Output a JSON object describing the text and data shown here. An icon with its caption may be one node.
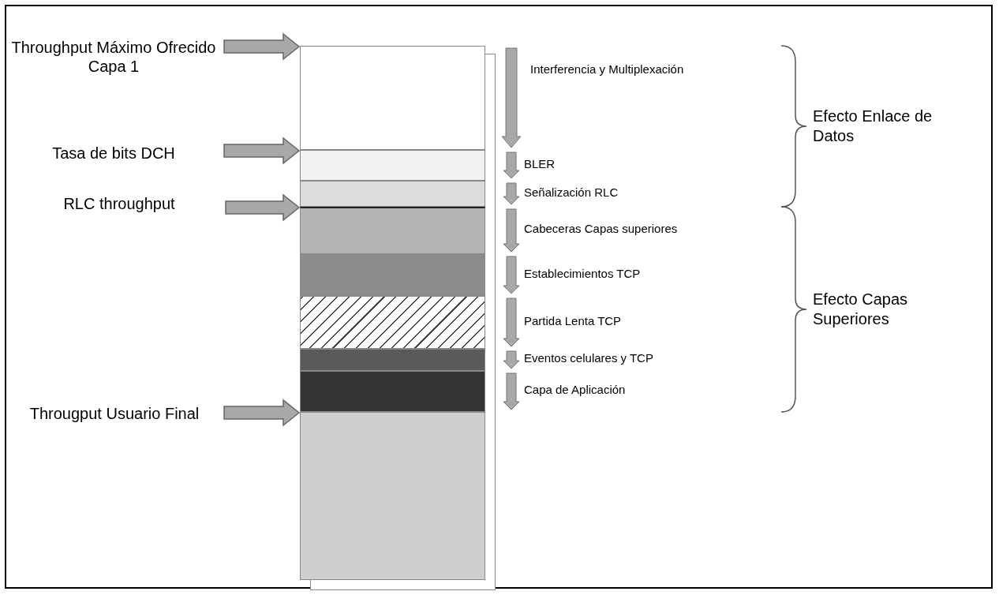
{
  "diagram": {
    "nodes": [
      {
        "text": [
          "Throughput Máximo Ofrecido Capa 1"
        ]
      },
      {
        "text": [],
        "shape": "bar",
        "beside": [
          "Interferencia y Multiplexación"
        ]
      },
      {
        "text": [
          "Tasa de bits DCH"
        ]
      },
      {
        "text": [],
        "shape": "bar",
        "beside": [
          "BLER"
        ]
      },
      {
        "text": [],
        "shape": "bar",
        "beside": [
          "Señalización RLC"
        ]
      },
      {
        "text": [
          "RLC throughput"
        ]
      },
      {
        "text": [],
        "shape": "bar",
        "beside": [
          "Cabeceras Capas superiores"
        ]
      },
      {
        "text": [],
        "shape": "bar",
        "beside": [
          "Establecimientos TCP"
        ]
      },
      {
        "text": [],
        "shape": "bar",
        "beside": [
          "Partida Lenta TCP"
        ]
      },
      {
        "text": [],
        "shape": "bar",
        "beside": [
          "Eventos celulares y TCP"
        ]
      },
      {
        "text": [],
        "shape": "bar",
        "beside": [
          "Capa de Aplicación"
        ]
      },
      {
        "text": [
          "Througput Usuario Final"
        ]
      },
      {
        "text": [],
        "shape": "bar"
      }
    ],
    "edges": [
      {
        "from": 0,
        "to": 1,
        "arrow": "to"
      },
      {
        "from": 2,
        "to": 3,
        "arrow": "to"
      },
      {
        "from": 5,
        "to": 6,
        "arrow": "to"
      },
      {
        "from": 11,
        "to": 12,
        "arrow": "to"
      }
    ],
    "labels": [
      "Efecto Enlace de Datos",
      "Efecto Capas Superiores"
    ]
  }
}
